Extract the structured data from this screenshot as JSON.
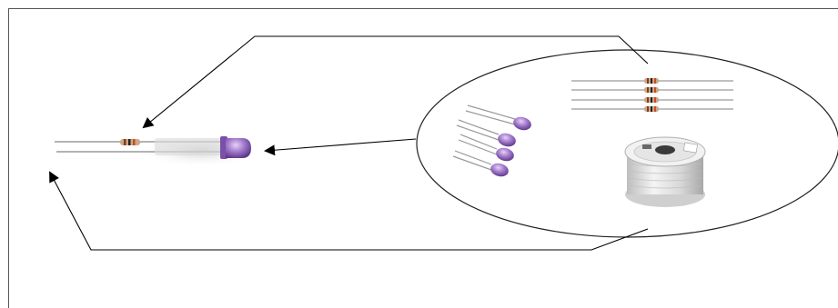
{
  "diagram": {
    "components": {
      "assembled_led": "assembled-led-with-resistor",
      "resistors": "resistor",
      "leds": "purple-led",
      "wire_spool": "hookup-wire-spool"
    },
    "counts": {
      "resistors": 4,
      "leds": 4
    },
    "colors": {
      "led_purple": "#8a5fb5",
      "led_purple_dark": "#5a3385",
      "led_purple_light": "#c9a6e6",
      "resistor_body": "#c9a98a",
      "resistor_band_1": "#8b3a1a",
      "resistor_band_2": "#222222",
      "resistor_band_3": "#d04a1e",
      "lead": "#9a9a9a",
      "wire_insulation": "#e6e6e6",
      "arrow": "#000000"
    }
  }
}
